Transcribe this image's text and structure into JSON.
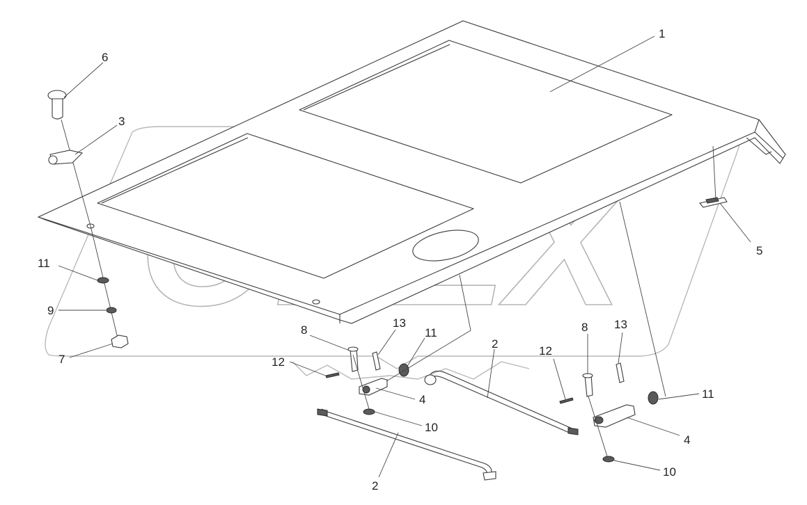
{
  "watermark": {
    "text": "OPEX"
  },
  "callouts": [
    {
      "id": "c1",
      "label": "1"
    },
    {
      "id": "c2a",
      "label": "2"
    },
    {
      "id": "c2b",
      "label": "2"
    },
    {
      "id": "c3",
      "label": "3"
    },
    {
      "id": "c4a",
      "label": "4"
    },
    {
      "id": "c4b",
      "label": "4"
    },
    {
      "id": "c5",
      "label": "5"
    },
    {
      "id": "c6",
      "label": "6"
    },
    {
      "id": "c7",
      "label": "7"
    },
    {
      "id": "c8a",
      "label": "8"
    },
    {
      "id": "c8b",
      "label": "8"
    },
    {
      "id": "c9",
      "label": "9"
    },
    {
      "id": "c10a",
      "label": "10"
    },
    {
      "id": "c10b",
      "label": "10"
    },
    {
      "id": "c11a",
      "label": "11"
    },
    {
      "id": "c11b",
      "label": "11"
    },
    {
      "id": "c11c",
      "label": "11"
    },
    {
      "id": "c12a",
      "label": "12"
    },
    {
      "id": "c12b",
      "label": "12"
    },
    {
      "id": "c13a",
      "label": "13"
    },
    {
      "id": "c13b",
      "label": "13"
    }
  ]
}
